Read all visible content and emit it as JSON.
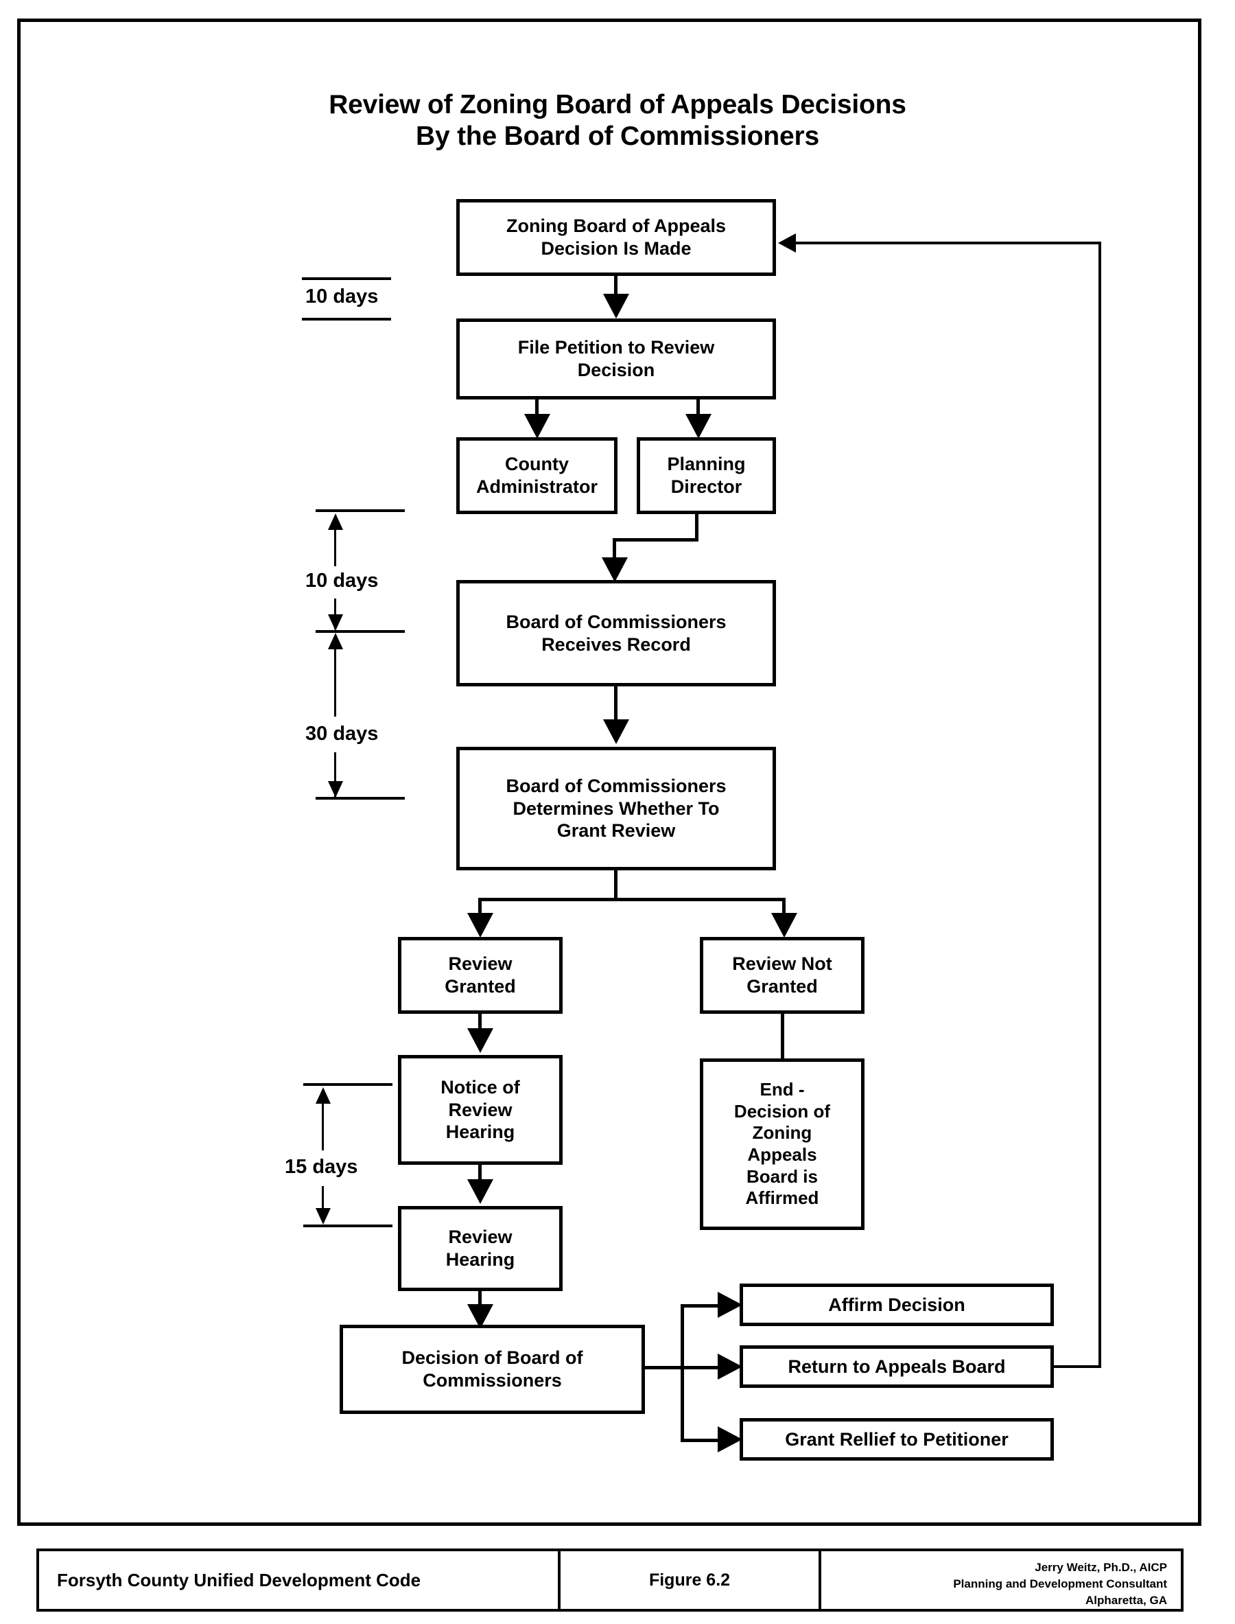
{
  "figure": {
    "title_line1": "Review of Zoning Board of Appeals Decisions",
    "title_line2": "By the Board of Commissioners"
  },
  "nodes": {
    "zba_decision": "Zoning Board of Appeals\nDecision Is Made",
    "zba_decision_l1": "Zoning Board of Appeals",
    "zba_decision_l2": "Decision Is Made",
    "file_petition_l1": "File Petition to Review",
    "file_petition_l2": "Decision",
    "county_admin_l1": "County",
    "county_admin_l2": "Administrator",
    "planning_director_l1": "Planning",
    "planning_director_l2": "Director",
    "boc_receives_l1": "Board of Commissioners",
    "boc_receives_l2": "Receives Record",
    "boc_determines_l1": "Board of Commissioners",
    "boc_determines_l2": "Determines Whether To",
    "boc_determines_l3": "Grant Review",
    "review_granted_l1": "Review",
    "review_granted_l2": "Granted",
    "review_not_granted_l1": "Review Not",
    "review_not_granted_l2": "Granted",
    "notice_hearing_l1": "Notice of",
    "notice_hearing_l2": "Review",
    "notice_hearing_l3": "Hearing",
    "review_hearing_l1": "Review",
    "review_hearing_l2": "Hearing",
    "end_affirmed_l1": "End -",
    "end_affirmed_l2": "Decision of",
    "end_affirmed_l3": "Zoning",
    "end_affirmed_l4": "Appeals",
    "end_affirmed_l5": "Board is",
    "end_affirmed_l6": "Affirmed",
    "decision_boc_l1": "Decision of Board of",
    "decision_boc_l2": "Commissioners",
    "affirm_decision": "Affirm Decision",
    "return_appeals_board": "Return to Appeals Board",
    "grant_relief": "Grant Rellief to Petitioner"
  },
  "timings": {
    "t1": "10 days",
    "t2": "10 days",
    "t3": "30 days",
    "t4": "15 days"
  },
  "footer": {
    "code": "Forsyth County Unified Development Code",
    "figure_number": "Figure 6.2",
    "credit_line1": "Jerry Weitz, Ph.D., AICP",
    "credit_line2": "Planning and Development Consultant",
    "credit_line3": "Alpharetta, GA"
  },
  "colors": {
    "ink": "#000000",
    "paper": "#ffffff"
  }
}
